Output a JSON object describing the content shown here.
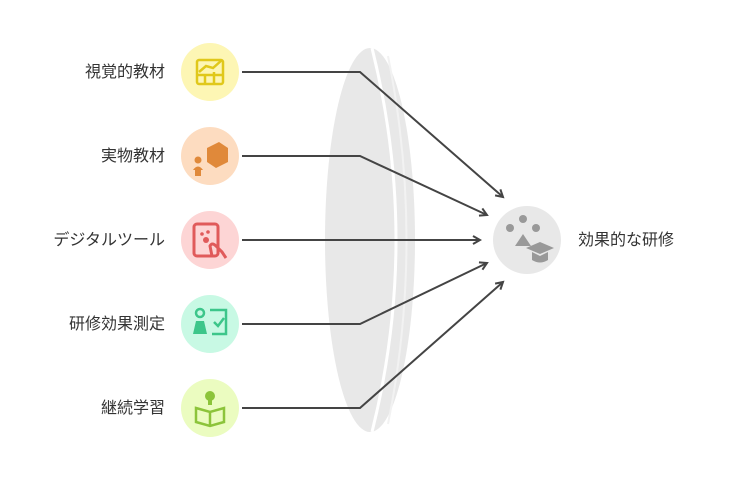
{
  "inputs": [
    {
      "label": "視覚的教材",
      "icon": "chart-board-icon",
      "bg": "#fdf6b4",
      "fg": "#e0c81a"
    },
    {
      "label": "実物教材",
      "icon": "person-box-icon",
      "bg": "#fddcc0",
      "fg": "#e0893a"
    },
    {
      "label": "デジタルツール",
      "icon": "tablet-touch-icon",
      "bg": "#fdd5d5",
      "fg": "#e05a5a"
    },
    {
      "label": "研修効果測定",
      "icon": "presenter-check-icon",
      "bg": "#c8f9e4",
      "fg": "#3cc68a"
    },
    {
      "label": "継続学習",
      "icon": "reading-lightbulb-icon",
      "bg": "#ebfcc0",
      "fg": "#8cc43a"
    }
  ],
  "output": {
    "label": "効果的な研修",
    "icon": "shapes-graduation-cap-icon",
    "bg": "#e8e8e8",
    "fg": "#999999"
  }
}
